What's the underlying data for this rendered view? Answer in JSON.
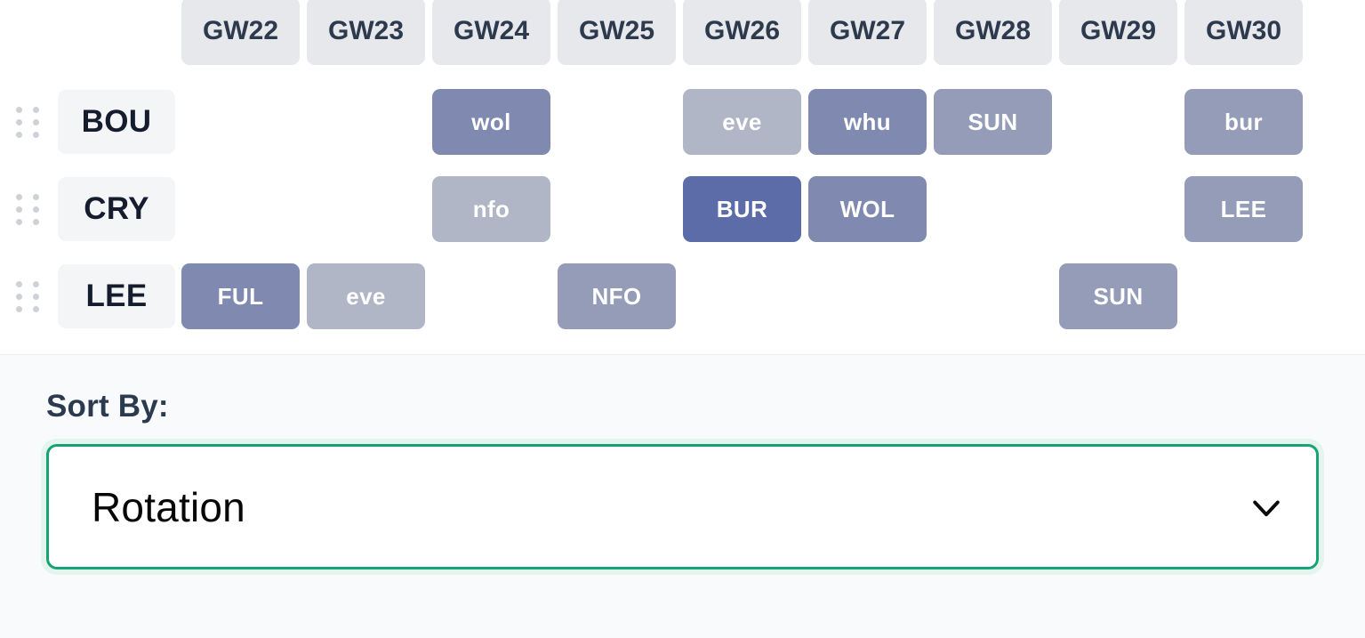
{
  "fixture_planner": {
    "corner_label": "",
    "gameweeks": [
      "GW22",
      "GW23",
      "GW24",
      "GW25",
      "GW26",
      "GW27",
      "GW28",
      "GW29",
      "GW30"
    ],
    "drag_handle_icon": "drag-handle-icon",
    "difficulty_colors": {
      "very_easy": "#b0b6c6",
      "easy": "#949cb8",
      "medium": "#808ab0",
      "hard": "#5c6ca8"
    },
    "rows": [
      {
        "team": "BOU",
        "fixtures": [
          {
            "opponent": "",
            "gw": "GW22",
            "color": ""
          },
          {
            "opponent": "",
            "gw": "GW23",
            "color": ""
          },
          {
            "opponent": "wol",
            "gw": "GW24",
            "color": "#808ab0"
          },
          {
            "opponent": "",
            "gw": "GW25",
            "color": ""
          },
          {
            "opponent": "eve",
            "gw": "GW26",
            "color": "#b0b6c6"
          },
          {
            "opponent": "whu",
            "gw": "GW27",
            "color": "#808ab0"
          },
          {
            "opponent": "SUN",
            "gw": "GW28",
            "color": "#949cb8"
          },
          {
            "opponent": "",
            "gw": "GW29",
            "color": ""
          },
          {
            "opponent": "bur",
            "gw": "GW30",
            "color": "#949cb8"
          }
        ]
      },
      {
        "team": "CRY",
        "fixtures": [
          {
            "opponent": "",
            "gw": "GW22",
            "color": ""
          },
          {
            "opponent": "",
            "gw": "GW23",
            "color": ""
          },
          {
            "opponent": "nfo",
            "gw": "GW24",
            "color": "#b0b6c6"
          },
          {
            "opponent": "",
            "gw": "GW25",
            "color": ""
          },
          {
            "opponent": "BUR",
            "gw": "GW26",
            "color": "#5c6ca8"
          },
          {
            "opponent": "WOL",
            "gw": "GW27",
            "color": "#808ab0"
          },
          {
            "opponent": "",
            "gw": "GW28",
            "color": ""
          },
          {
            "opponent": "",
            "gw": "GW29",
            "color": ""
          },
          {
            "opponent": "LEE",
            "gw": "GW30",
            "color": "#949cb8"
          }
        ]
      },
      {
        "team": "LEE",
        "fixtures": [
          {
            "opponent": "FUL",
            "gw": "GW22",
            "color": "#808ab0"
          },
          {
            "opponent": "eve",
            "gw": "GW23",
            "color": "#b0b6c6"
          },
          {
            "opponent": "",
            "gw": "GW24",
            "color": ""
          },
          {
            "opponent": "NFO",
            "gw": "GW25",
            "color": "#949cb8"
          },
          {
            "opponent": "",
            "gw": "GW26",
            "color": ""
          },
          {
            "opponent": "",
            "gw": "GW27",
            "color": ""
          },
          {
            "opponent": "",
            "gw": "GW28",
            "color": ""
          },
          {
            "opponent": "SUN",
            "gw": "GW29",
            "color": "#949cb8"
          },
          {
            "opponent": "",
            "gw": "GW30",
            "color": ""
          }
        ]
      }
    ]
  },
  "sort_panel": {
    "label": "Sort By:",
    "selected_value": "Rotation",
    "chevron_icon": "chevron-down-icon",
    "focus_ring_color": "#17a277"
  }
}
